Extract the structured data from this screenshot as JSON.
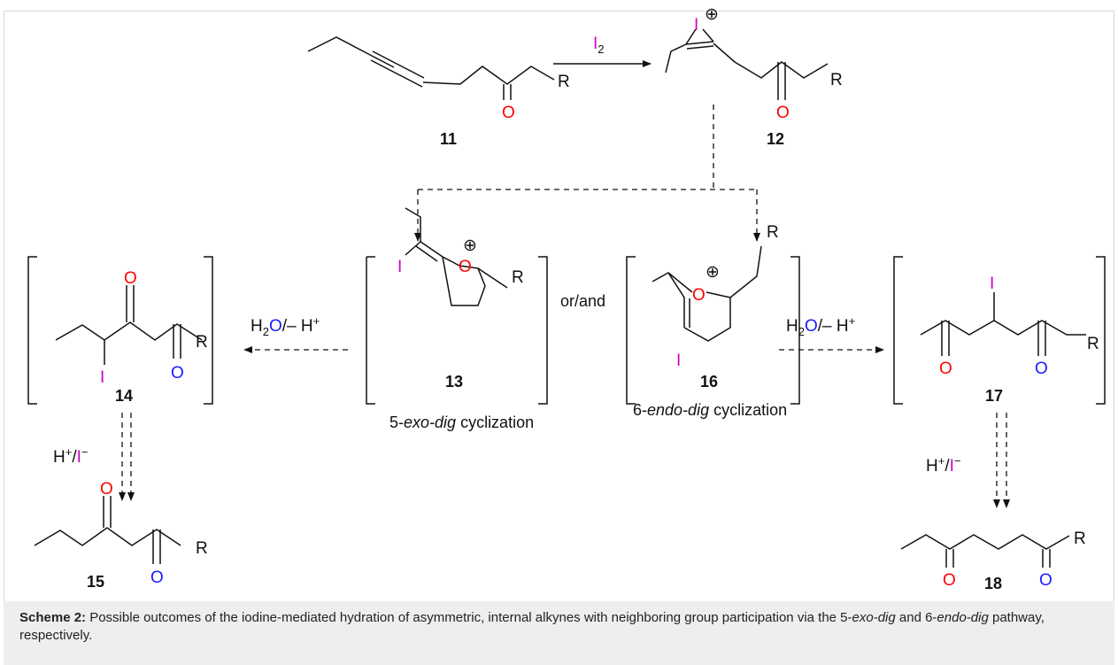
{
  "colors": {
    "bond": "#111111",
    "oxygen_red": "#ff0000",
    "oxygen_blue": "#1a1aff",
    "iodine": "#cc00cc",
    "caption_bg": "#eeeeee",
    "border": "#d6d6d6"
  },
  "atoms": {
    "O": "O",
    "I": "I",
    "R": "R",
    "plus": "⊕"
  },
  "compounds": {
    "c11": "11",
    "c12": "12",
    "c13": "13",
    "c14": "14",
    "c15": "15",
    "c16": "16",
    "c17": "17",
    "c18": "18"
  },
  "reagents": {
    "iodine_I": "I",
    "iodine_sub": "2",
    "water_H": "H",
    "water_sub": "2",
    "water_O": "O",
    "water_rest": "/– H",
    "plus_sup": "+",
    "acid_H": "H",
    "acid_sep": "/",
    "acid_I": "I",
    "minus_sup": "−"
  },
  "labels": {
    "or_and": "or/and",
    "exo_prefix": "5-",
    "exo_italic": "exo-dig",
    "exo_suffix": " cyclization",
    "endo_prefix": "6-",
    "endo_italic": "endo-dig",
    "endo_suffix": " cyclization"
  },
  "caption": {
    "lead": "Scheme 2:",
    "text_a": " Possible outcomes of the iodine-mediated hydration of asymmetric, internal alkynes with neighboring group participation via the 5-",
    "italic_a": "exo-dig",
    "text_b": " and 6-",
    "italic_b": "endo-dig",
    "text_c": " pathway, respectively."
  }
}
